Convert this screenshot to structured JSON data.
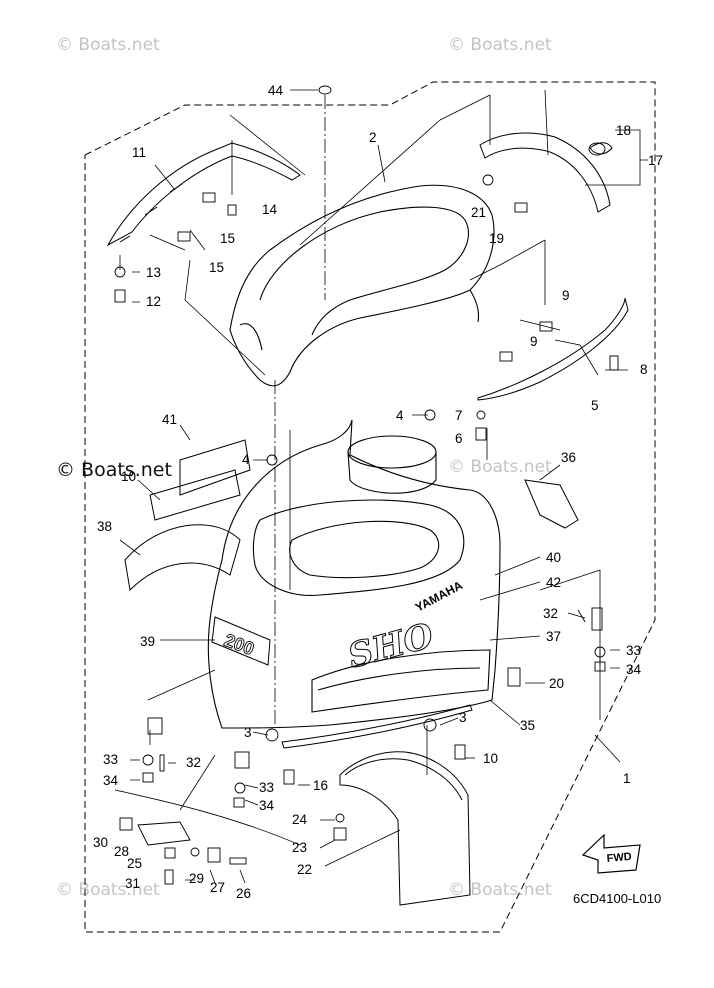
{
  "watermarks": {
    "top_left": "© Boats.net",
    "top_right": "© Boats.net",
    "mid_left": "© Boats.net",
    "mid_right": "© Boats.net",
    "bottom_left": "© Boats.net",
    "bottom_right": "© Boats.net"
  },
  "diagram_code": "6CD4100-L010",
  "fwd_label": "FWD",
  "logos": {
    "brand": "YAMAHA",
    "model": "SHO",
    "hp": "200"
  },
  "callouts": [
    {
      "id": "44",
      "label": "44"
    },
    {
      "id": "2",
      "label": "2"
    },
    {
      "id": "18",
      "label": "18"
    },
    {
      "id": "17",
      "label": "17"
    },
    {
      "id": "11",
      "label": "11"
    },
    {
      "id": "14",
      "label": "14"
    },
    {
      "id": "21",
      "label": "21"
    },
    {
      "id": "15a",
      "label": "15"
    },
    {
      "id": "15b",
      "label": "15"
    },
    {
      "id": "19",
      "label": "19"
    },
    {
      "id": "13",
      "label": "13"
    },
    {
      "id": "12",
      "label": "12"
    },
    {
      "id": "9a",
      "label": "9"
    },
    {
      "id": "9b",
      "label": "9"
    },
    {
      "id": "8",
      "label": "8"
    },
    {
      "id": "5",
      "label": "5"
    },
    {
      "id": "4a",
      "label": "4"
    },
    {
      "id": "7",
      "label": "7"
    },
    {
      "id": "6",
      "label": "6"
    },
    {
      "id": "41",
      "label": "41"
    },
    {
      "id": "4b",
      "label": "4"
    },
    {
      "id": "10top",
      "label": "10"
    },
    {
      "id": "36",
      "label": "36"
    },
    {
      "id": "38",
      "label": "38"
    },
    {
      "id": "40",
      "label": "40"
    },
    {
      "id": "42",
      "label": "42"
    },
    {
      "id": "32a",
      "label": "32"
    },
    {
      "id": "39",
      "label": "39"
    },
    {
      "id": "37",
      "label": "37"
    },
    {
      "id": "33a",
      "label": "33"
    },
    {
      "id": "34a",
      "label": "34"
    },
    {
      "id": "20",
      "label": "20"
    },
    {
      "id": "35",
      "label": "35"
    },
    {
      "id": "3a",
      "label": "3"
    },
    {
      "id": "3b",
      "label": "3"
    },
    {
      "id": "33b",
      "label": "33"
    },
    {
      "id": "32b",
      "label": "32"
    },
    {
      "id": "34b",
      "label": "34"
    },
    {
      "id": "10",
      "label": "10"
    },
    {
      "id": "33c",
      "label": "33"
    },
    {
      "id": "16",
      "label": "16"
    },
    {
      "id": "34c",
      "label": "34"
    },
    {
      "id": "1",
      "label": "1"
    },
    {
      "id": "24",
      "label": "24"
    },
    {
      "id": "30",
      "label": "30"
    },
    {
      "id": "28",
      "label": "28"
    },
    {
      "id": "23",
      "label": "23"
    },
    {
      "id": "25",
      "label": "25"
    },
    {
      "id": "22",
      "label": "22"
    },
    {
      "id": "29",
      "label": "29"
    },
    {
      "id": "31",
      "label": "31"
    },
    {
      "id": "27",
      "label": "27"
    },
    {
      "id": "26",
      "label": "26"
    }
  ]
}
